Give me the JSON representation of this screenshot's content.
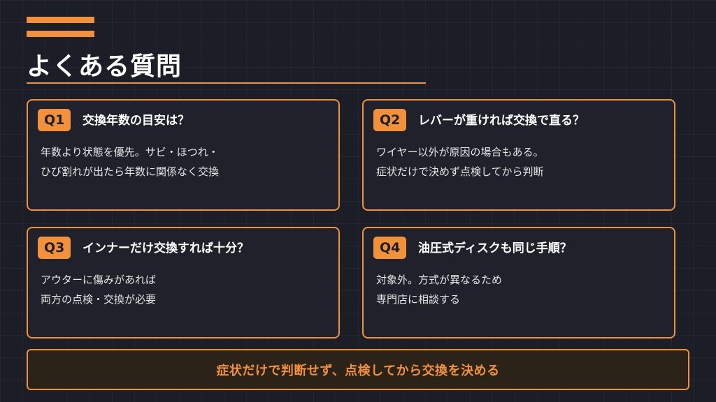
{
  "colors": {
    "accent": "#f2913a",
    "background": "#1b1e26",
    "card": "#1f222b",
    "text": "#ffffff"
  },
  "header": {
    "title": "よくある質問"
  },
  "faq": [
    {
      "badge": "Q1",
      "question": "交換年数の目安は？",
      "answer_lines": [
        "年数より状態を優先。サビ・ほつれ・",
        "ひび割れが出たら年数に関係なく交換"
      ]
    },
    {
      "badge": "Q2",
      "question": "レバーが重ければ交換で直る？",
      "answer_lines": [
        "ワイヤー以外が原因の場合もある。",
        "症状だけで決めず点検してから判断"
      ]
    },
    {
      "badge": "Q3",
      "question": "インナーだけ交換すれば十分？",
      "answer_lines": [
        "アウターに傷みがあれば",
        "両方の点検・交換が必要"
      ]
    },
    {
      "badge": "Q4",
      "question": "油圧式ディスクも同じ手順？",
      "answer_lines": [
        "対象外。方式が異なるため",
        "専門店に相談する"
      ]
    }
  ],
  "footer": {
    "banner_text": "症状だけで判断せず、点検してから交換を決める"
  }
}
